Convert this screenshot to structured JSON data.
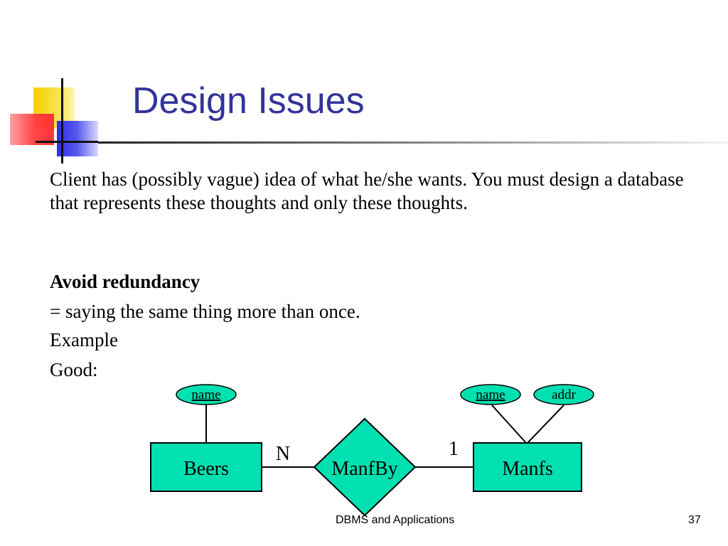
{
  "slide": {
    "title": "Design Issues",
    "paragraph": "Client has (possibly vague) idea of what he/she wants. You must design a database that represents these thoughts and only these thoughts.",
    "heading": "Avoid redundancy",
    "definition": "= saying the same thing more than once.",
    "example_label": "Example",
    "good_label": "Good:"
  },
  "diagram": {
    "entities": [
      {
        "label": "Beers"
      },
      {
        "label": "Manfs"
      }
    ],
    "relationship": {
      "label": "ManfBy"
    },
    "attributes": [
      {
        "label": "name",
        "key": true
      },
      {
        "label": "name",
        "key": true
      },
      {
        "label": "addr",
        "key": false
      }
    ],
    "cardinality": {
      "left": "N",
      "right": "1"
    },
    "colors": {
      "fill": "#00e0b0",
      "stroke": "#000000"
    }
  },
  "footer": {
    "center": "DBMS and Applications",
    "page": "37"
  }
}
